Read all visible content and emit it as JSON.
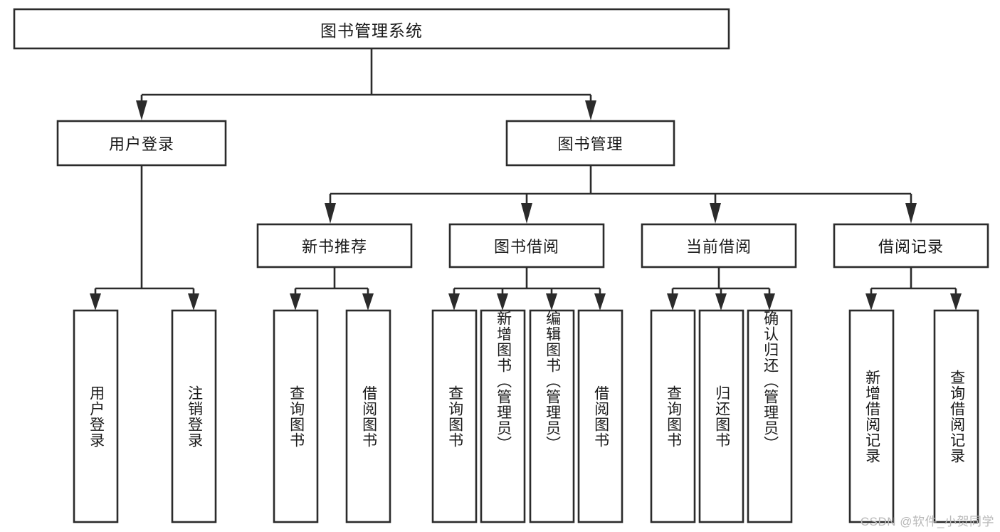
{
  "diagram": {
    "type": "tree-hierarchy",
    "title": "图书管理系统",
    "orientation": "top-down",
    "colors": {
      "box_fill": "#ffffff",
      "box_stroke": "#2b2b2b",
      "text": "#1a1a1a",
      "background": "#ffffff",
      "watermark": "#b9b9b9"
    },
    "root": {
      "label": "图书管理系统"
    },
    "level2": [
      {
        "label": "用户登录"
      },
      {
        "label": "图书管理"
      }
    ],
    "level3": [
      {
        "label": "新书推荐"
      },
      {
        "label": "图书借阅"
      },
      {
        "label": "当前借阅"
      },
      {
        "label": "借阅记录"
      }
    ],
    "leaves": {
      "user_login": [
        {
          "label": "用户登录"
        },
        {
          "label": "注销登录"
        }
      ],
      "new_book_recommend": [
        {
          "label": "查询图书"
        },
        {
          "label": "借阅图书"
        }
      ],
      "book_borrow": [
        {
          "label": "查询图书"
        },
        {
          "label": "新增图书（管理员）"
        },
        {
          "label": "编辑图书（管理员）"
        },
        {
          "label": "借阅图书"
        }
      ],
      "current_borrow": [
        {
          "label": "查询图书"
        },
        {
          "label": "归还图书"
        },
        {
          "label": "确认归还（管理员）"
        }
      ],
      "borrow_record": [
        {
          "label": "新增借阅记录"
        },
        {
          "label": "查询借阅记录"
        }
      ]
    }
  },
  "watermark": {
    "text": "CSDN @软件_小贺同学"
  }
}
